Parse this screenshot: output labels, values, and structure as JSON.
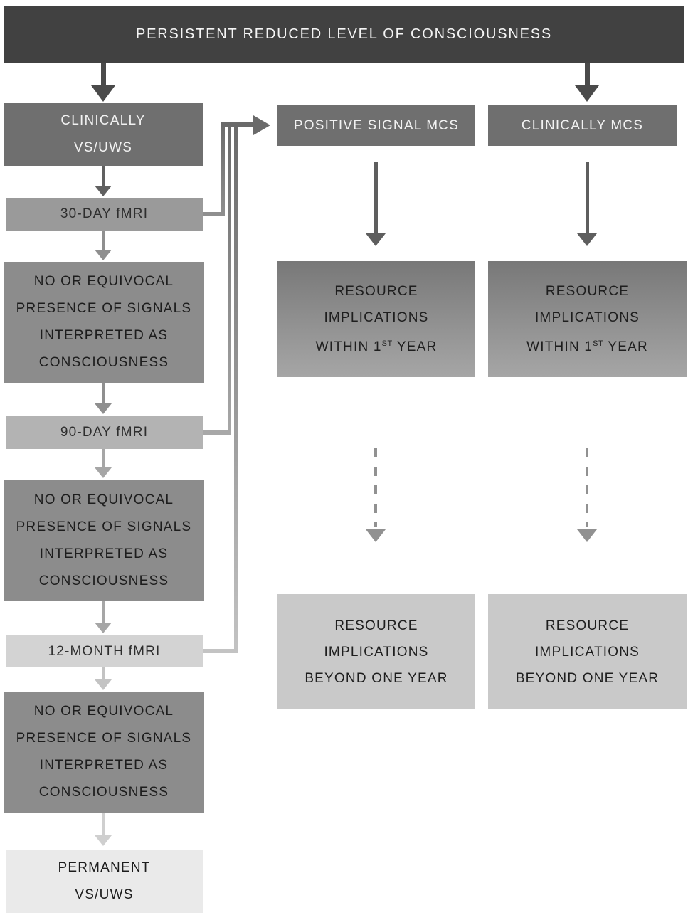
{
  "banner": {
    "title": "PERSISTENT REDUCED LEVEL OF CONSCIOUSNESS"
  },
  "left": {
    "clinically": {
      "lines": [
        "CLINICALLY",
        "VS/UWS"
      ]
    },
    "fmri30": {
      "label": "30-DAY fMRI"
    },
    "no1": {
      "lines": [
        "NO OR EQUIVOCAL",
        "PRESENCE OF SIGNALS",
        "INTERPRETED AS",
        "CONSCIOUSNESS"
      ]
    },
    "fmri90": {
      "label": "90-DAY fMRI"
    },
    "no2": {
      "lines": [
        "NO OR EQUIVOCAL",
        "PRESENCE OF SIGNALS",
        "INTERPRETED AS",
        "CONSCIOUSNESS"
      ]
    },
    "fmri12": {
      "label": "12-MONTH fMRI"
    },
    "no3": {
      "lines": [
        "NO OR EQUIVOCAL",
        "PRESENCE OF SIGNALS",
        "INTERPRETED AS",
        "CONSCIOUSNESS"
      ]
    },
    "permanent": {
      "lines": [
        "PERMANENT",
        "VS/UWS"
      ]
    }
  },
  "middle": {
    "header": {
      "label": "POSITIVE SIGNAL MCS"
    },
    "within": {
      "lines": [
        "RESOURCE",
        "IMPLICATIONS"
      ],
      "line3_pre": "WITHIN 1",
      "line3_sup": "ST",
      "line3_post": " YEAR"
    },
    "beyond": {
      "lines": [
        "RESOURCE",
        "IMPLICATIONS",
        "BEYOND ONE YEAR"
      ]
    }
  },
  "right": {
    "header": {
      "label": "CLINICALLY MCS"
    },
    "within": {
      "lines": [
        "RESOURCE",
        "IMPLICATIONS"
      ],
      "line3_pre": "WITHIN 1",
      "line3_sup": "ST",
      "line3_post": " YEAR"
    },
    "beyond": {
      "lines": [
        "RESOURCE",
        "IMPLICATIONS",
        "BEYOND ONE YEAR"
      ]
    }
  },
  "colors": {
    "banner_bg": "#414141",
    "header_box_bg": "#6f6f6f",
    "no_box_bg": "#8c8c8c",
    "fmri30_bg": "#9a9a9a",
    "fmri90_bg": "#b3b3b3",
    "fmri12_bg": "#d3d3d3",
    "permanent_bg": "#eaeaea",
    "within_gradient_top": "#787878",
    "within_gradient_bottom": "#a6a6a6",
    "beyond_bg": "#c9c9c9",
    "arrow_dark": "#4a4a4a",
    "arrow_mid": "#8f8f8f",
    "arrow_light": "#c3c3c3",
    "connector_dark": "#6a6a6a"
  }
}
